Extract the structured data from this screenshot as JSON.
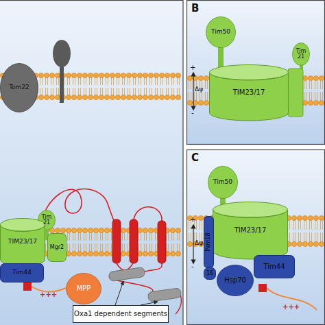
{
  "diagram": {
    "nodes": [
      {
        "text": [
          "Tom22"
        ]
      },
      {
        "text": [
          "Tim 21"
        ]
      },
      {
        "text": [
          "TIM23/17"
        ]
      },
      {
        "text": [
          "Mgr2"
        ]
      },
      {
        "text": [
          "Tim44"
        ]
      },
      {
        "text": [
          "MPP"
        ]
      },
      {
        "text": [
          "Oxa1 dependent segments"
        ]
      },
      {
        "text": [
          "B"
        ]
      },
      {
        "text": [
          "Tim50"
        ],
        "in": 7
      },
      {
        "text": [
          "Tim 21"
        ],
        "in": 7
      },
      {
        "text": [
          "TIM23/17"
        ],
        "in": 7
      },
      {
        "text": [
          "C"
        ]
      },
      {
        "text": [
          "Tim50"
        ],
        "in": 11
      },
      {
        "text": [
          "TIM23/17"
        ],
        "in": 11
      },
      {
        "text": [
          "Pam18"
        ],
        "in": 11
      },
      {
        "text": [
          "16"
        ],
        "in": 11
      },
      {
        "text": [
          "Hsp70"
        ],
        "in": 11
      },
      {
        "text": [
          "Tim44"
        ],
        "in": 11
      }
    ],
    "labels": [
      "+++",
      "Δψ",
      "+",
      "-",
      "Δψ",
      "+",
      "-",
      "+++"
    ]
  }
}
